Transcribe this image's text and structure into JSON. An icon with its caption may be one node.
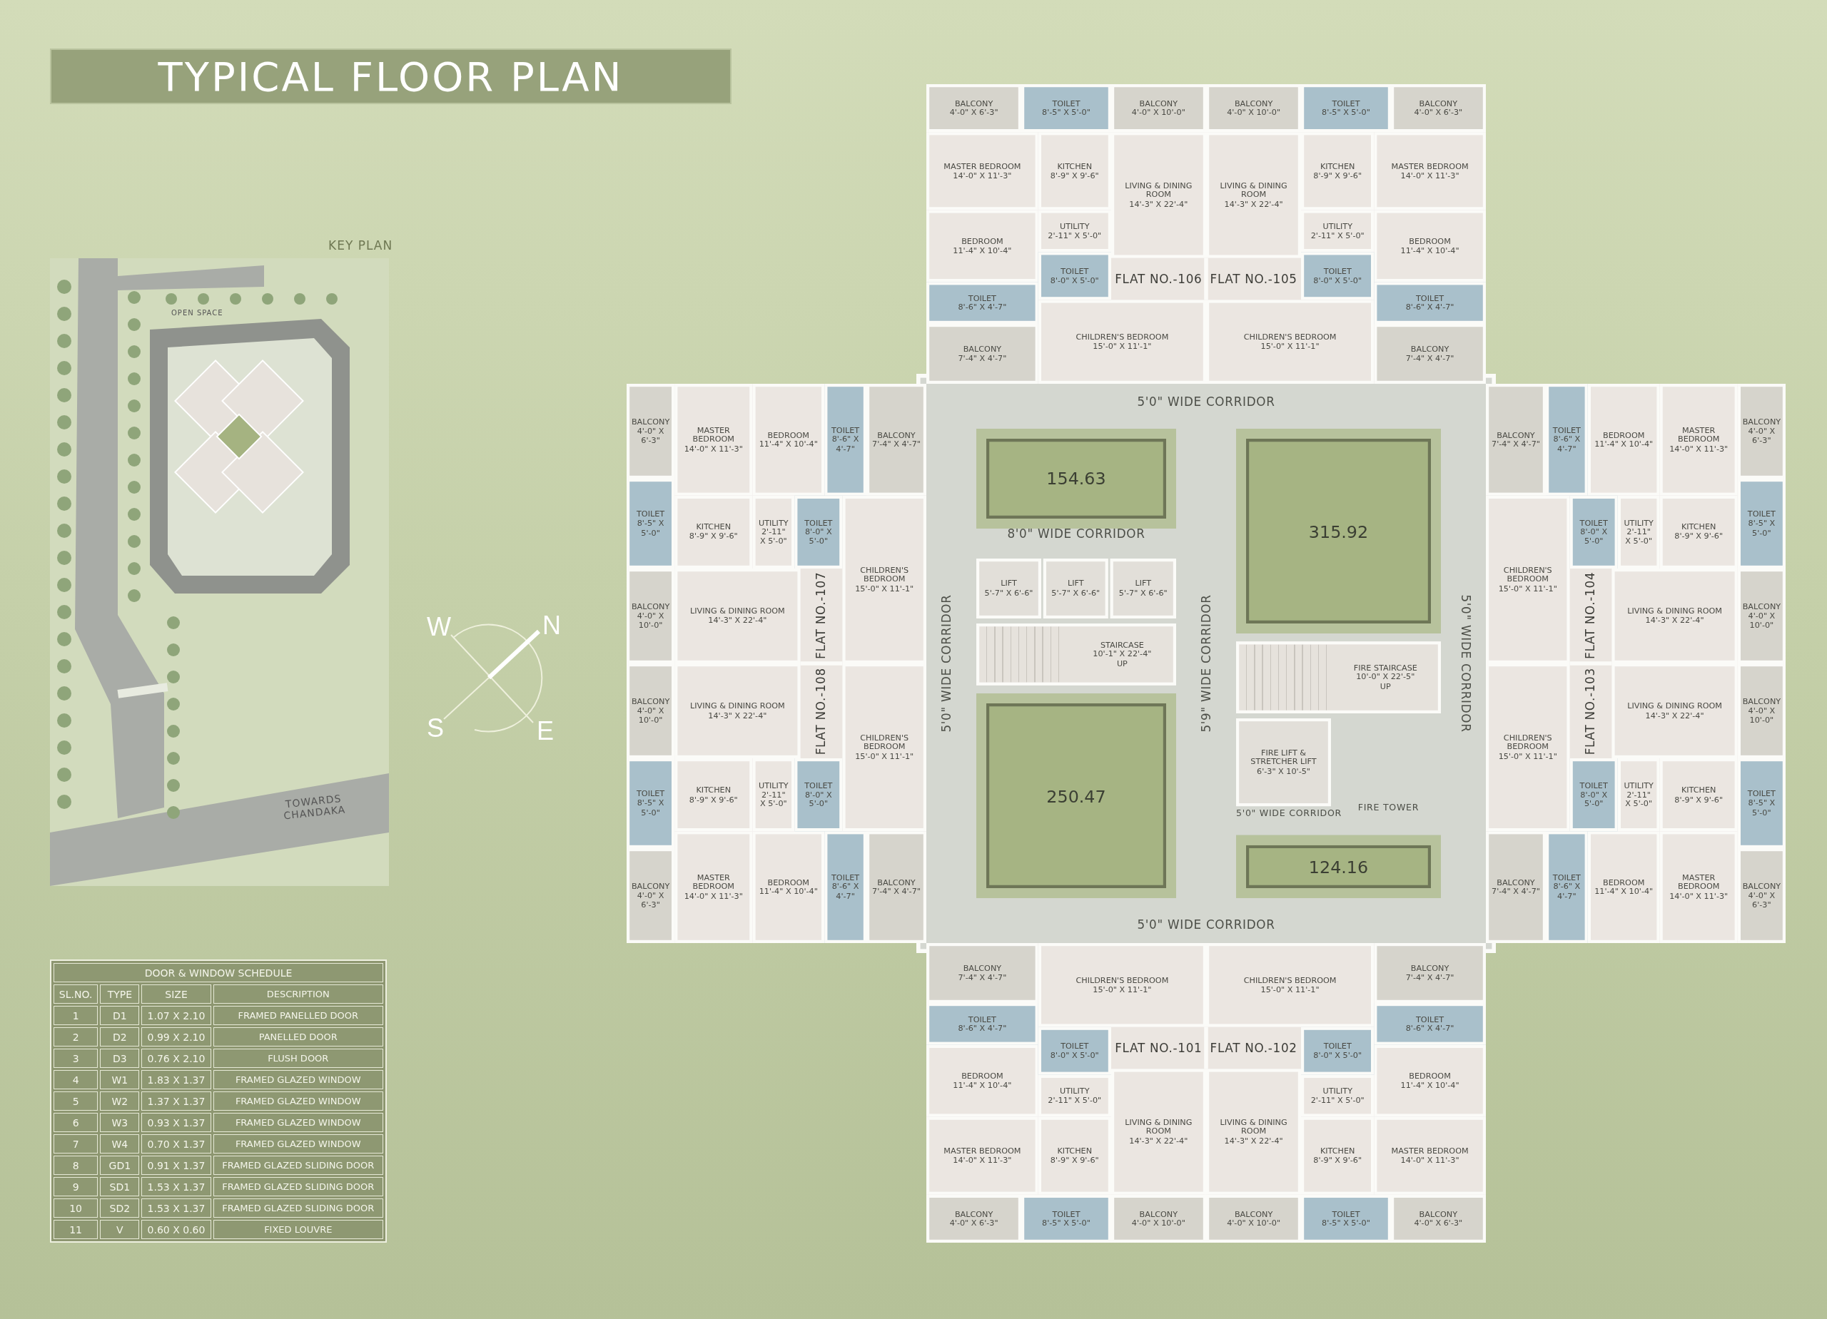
{
  "diagram": {
    "title": "TYPICAL FLOOR PLAN",
    "nodes": [
      {
        "text": [
          "FLAT NO.-101"
        ]
      },
      {
        "text": [
          "BALCONY",
          "4'-0\" X 6'-3\""
        ],
        "in": 0
      },
      {
        "text": [
          "TOILET",
          "8'-5\" X 5'-0\""
        ],
        "in": 0
      },
      {
        "text": [
          "BALCONY",
          "4'-0\" X 10'-0\""
        ],
        "in": 0
      },
      {
        "text": [
          "MASTER BEDROOM",
          "14'-0\" X 11'-3\""
        ],
        "in": 0
      },
      {
        "text": [
          "KITCHEN",
          "8'-9\" X 9'-6\""
        ],
        "in": 0
      },
      {
        "text": [
          "LIVING & DINING ROOM",
          "14'-3\" X 22'-4\""
        ],
        "in": 0
      },
      {
        "text": [
          "BEDROOM",
          "11'-4\" X 10'-4\""
        ],
        "in": 0
      },
      {
        "text": [
          "UTILITY",
          "2'-11\" X 5'-0\""
        ],
        "in": 0
      },
      {
        "text": [
          "TOILET",
          "8'-0\" X 5'-0\""
        ],
        "in": 0
      },
      {
        "text": [
          "TOILET",
          "8'-6\" X 4'-7\""
        ],
        "in": 0
      },
      {
        "text": [
          "BALCONY",
          "7'-4\" X 4'-7\""
        ],
        "in": 0
      },
      {
        "text": [
          "CHILDREN'S BEDROOM",
          "15'-0\" X 11'-1\""
        ],
        "in": 0
      },
      {
        "text": [
          "FLAT NO.-102"
        ]
      },
      {
        "text": [
          "BALCONY",
          "4'-0\" X 6'-3\""
        ],
        "in": 13
      },
      {
        "text": [
          "TOILET",
          "8'-5\" X 5'-0\""
        ],
        "in": 13
      },
      {
        "text": [
          "BALCONY",
          "4'-0\" X 10'-0\""
        ],
        "in": 13
      },
      {
        "text": [
          "MASTER BEDROOM",
          "14'-0\" X 11'-3\""
        ],
        "in": 13
      },
      {
        "text": [
          "KITCHEN",
          "8'-9\" X 9'-6\""
        ],
        "in": 13
      },
      {
        "text": [
          "LIVING & DINING ROOM",
          "14'-3\" X 22'-4\""
        ],
        "in": 13
      },
      {
        "text": [
          "BEDROOM",
          "11'-4\" X 10'-4\""
        ],
        "in": 13
      },
      {
        "text": [
          "UTILITY",
          "2'-11\" X 5'-0\""
        ],
        "in": 13
      },
      {
        "text": [
          "TOILET",
          "8'-0\" X 5'-0\""
        ],
        "in": 13
      },
      {
        "text": [
          "TOILET",
          "8'-6\" X 4'-7\""
        ],
        "in": 13
      },
      {
        "text": [
          "BALCONY",
          "7'-4\" X 4'-7\""
        ],
        "in": 13
      },
      {
        "text": [
          "CHILDREN'S BEDROOM",
          "15'-0\" X 11'-1\""
        ],
        "in": 13
      },
      {
        "text": [
          "FLAT NO.-103"
        ]
      },
      {
        "text": [
          "BALCONY",
          "4'-0\" X 6'-3\""
        ],
        "in": 26
      },
      {
        "text": [
          "TOILET",
          "8'-5\" X 5'-0\""
        ],
        "in": 26
      },
      {
        "text": [
          "BALCONY",
          "4'-0\" X 10'-0\""
        ],
        "in": 26
      },
      {
        "text": [
          "MASTER BEDROOM",
          "14'-0\" X 11'-3\""
        ],
        "in": 26
      },
      {
        "text": [
          "KITCHEN",
          "8'-9\" X 9'-6\""
        ],
        "in": 26
      },
      {
        "text": [
          "LIVING & DINING ROOM",
          "14'-3\" X 22'-4\""
        ],
        "in": 26
      },
      {
        "text": [
          "BEDROOM",
          "11'-4\" X 10'-4\""
        ],
        "in": 26
      },
      {
        "text": [
          "UTILITY",
          "2'-11\" X 5'-0\""
        ],
        "in": 26
      },
      {
        "text": [
          "TOILET",
          "8'-0\" X 5'-0\""
        ],
        "in": 26
      },
      {
        "text": [
          "TOILET",
          "8'-6\" X 4'-7\""
        ],
        "in": 26
      },
      {
        "text": [
          "BALCONY",
          "7'-4\" X 4'-7\""
        ],
        "in": 26
      },
      {
        "text": [
          "CHILDREN'S BEDROOM",
          "15'-0\" X 11'-1\""
        ],
        "in": 26
      },
      {
        "text": [
          "FLAT NO.-104"
        ]
      },
      {
        "text": [
          "BALCONY",
          "4'-0\" X 6'-3\""
        ],
        "in": 39
      },
      {
        "text": [
          "TOILET",
          "8'-5\" X 5'-0\""
        ],
        "in": 39
      },
      {
        "text": [
          "BALCONY",
          "4'-0\" X 10'-0\""
        ],
        "in": 39
      },
      {
        "text": [
          "MASTER BEDROOM",
          "14'-0\" X 11'-3\""
        ],
        "in": 39
      },
      {
        "text": [
          "KITCHEN",
          "8'-9\" X 9'-6\""
        ],
        "in": 39
      },
      {
        "text": [
          "LIVING & DINING ROOM",
          "14'-3\" X 22'-4\""
        ],
        "in": 39
      },
      {
        "text": [
          "BEDROOM",
          "11'-4\" X 10'-4\""
        ],
        "in": 39
      },
      {
        "text": [
          "UTILITY",
          "2'-11\" X 5'-0\""
        ],
        "in": 39
      },
      {
        "text": [
          "TOILET",
          "8'-0\" X 5'-0\""
        ],
        "in": 39
      },
      {
        "text": [
          "TOILET",
          "8'-6\" X 4'-7\""
        ],
        "in": 39
      },
      {
        "text": [
          "BALCONY",
          "7'-4\" X 4'-7\""
        ],
        "in": 39
      },
      {
        "text": [
          "CHILDREN'S BEDROOM",
          "15'-0\" X 11'-1\""
        ],
        "in": 39
      },
      {
        "text": [
          "FLAT NO.-105"
        ]
      },
      {
        "text": [
          "BALCONY",
          "4'-0\" X 6'-3\""
        ],
        "in": 52
      },
      {
        "text": [
          "TOILET",
          "8'-5\" X 5'-0\""
        ],
        "in": 52
      },
      {
        "text": [
          "BALCONY",
          "4'-0\" X 10'-0\""
        ],
        "in": 52
      },
      {
        "text": [
          "MASTER BEDROOM",
          "14'-0\" X 11'-3\""
        ],
        "in": 52
      },
      {
        "text": [
          "KITCHEN",
          "8'-9\" X 9'-6\""
        ],
        "in": 52
      },
      {
        "text": [
          "LIVING & DINING ROOM",
          "14'-3\" X 22'-4\""
        ],
        "in": 52
      },
      {
        "text": [
          "BEDROOM",
          "11'-4\" X 10'-4\""
        ],
        "in": 52
      },
      {
        "text": [
          "UTILITY",
          "2'-11\" X 5'-0\""
        ],
        "in": 52
      },
      {
        "text": [
          "TOILET",
          "8'-0\" X 5'-0\""
        ],
        "in": 52
      },
      {
        "text": [
          "TOILET",
          "8'-6\" X 4'-7\""
        ],
        "in": 52
      },
      {
        "text": [
          "BALCONY",
          "7'-4\" X 4'-7\""
        ],
        "in": 52
      },
      {
        "text": [
          "CHILDREN'S BEDROOM",
          "15'-0\" X 11'-1\""
        ],
        "in": 52
      },
      {
        "text": [
          "FLAT NO.-106"
        ]
      },
      {
        "text": [
          "BALCONY",
          "4'-0\" X 6'-3\""
        ],
        "in": 65
      },
      {
        "text": [
          "TOILET",
          "8'-5\" X 5'-0\""
        ],
        "in": 65
      },
      {
        "text": [
          "BALCONY",
          "4'-0\" X 10'-0\""
        ],
        "in": 65
      },
      {
        "text": [
          "MASTER BEDROOM",
          "14'-0\" X 11'-3\""
        ],
        "in": 65
      },
      {
        "text": [
          "KITCHEN",
          "8'-9\" X 9'-6\""
        ],
        "in": 65
      },
      {
        "text": [
          "LIVING & DINING ROOM",
          "14'-3\" X 22'-4\""
        ],
        "in": 65
      },
      {
        "text": [
          "BEDROOM",
          "11'-4\" X 10'-4\""
        ],
        "in": 65
      },
      {
        "text": [
          "UTILITY",
          "2'-11\" X 5'-0\""
        ],
        "in": 65
      },
      {
        "text": [
          "TOILET",
          "8'-0\" X 5'-0\""
        ],
        "in": 65
      },
      {
        "text": [
          "TOILET",
          "8'-6\" X 4'-7\""
        ],
        "in": 65
      },
      {
        "text": [
          "BALCONY",
          "7'-4\" X 4'-7\""
        ],
        "in": 65
      },
      {
        "text": [
          "CHILDREN'S BEDROOM",
          "15'-0\" X 11'-1\""
        ],
        "in": 65
      },
      {
        "text": [
          "FLAT NO.-107"
        ]
      },
      {
        "text": [
          "BALCONY",
          "4'-0\" X 6'-3\""
        ],
        "in": 78
      },
      {
        "text": [
          "TOILET",
          "8'-5\" X 5'-0\""
        ],
        "in": 78
      },
      {
        "text": [
          "BALCONY",
          "4'-0\" X 10'-0\""
        ],
        "in": 78
      },
      {
        "text": [
          "MASTER BEDROOM",
          "14'-0\" X 11'-3\""
        ],
        "in": 78
      },
      {
        "text": [
          "KITCHEN",
          "8'-9\" X 9'-6\""
        ],
        "in": 78
      },
      {
        "text": [
          "LIVING & DINING ROOM",
          "14'-3\" X 22'-4\""
        ],
        "in": 78
      },
      {
        "text": [
          "BEDROOM",
          "11'-4\" X 10'-4\""
        ],
        "in": 78
      },
      {
        "text": [
          "UTILITY",
          "2'-11\" X 5'-0\""
        ],
        "in": 78
      },
      {
        "text": [
          "TOILET",
          "8'-0\" X 5'-0\""
        ],
        "in": 78
      },
      {
        "text": [
          "TOILET",
          "8'-6\" X 4'-7\""
        ],
        "in": 78
      },
      {
        "text": [
          "BALCONY",
          "7'-4\" X 4'-7\""
        ],
        "in": 78
      },
      {
        "text": [
          "CHILDREN'S BEDROOM",
          "15'-0\" X 11'-1\""
        ],
        "in": 78
      },
      {
        "text": [
          "FLAT NO.-108"
        ]
      },
      {
        "text": [
          "BALCONY",
          "4'-0\" X 6'-3\""
        ],
        "in": 91
      },
      {
        "text": [
          "TOILET",
          "8'-5\" X 5'-0\""
        ],
        "in": 91
      },
      {
        "text": [
          "BALCONY",
          "4'-0\" X 10'-0\""
        ],
        "in": 91
      },
      {
        "text": [
          "MASTER BEDROOM",
          "14'-0\" X 11'-3\""
        ],
        "in": 91
      },
      {
        "text": [
          "KITCHEN",
          "8'-9\" X 9'-6\""
        ],
        "in": 91
      },
      {
        "text": [
          "LIVING & DINING ROOM",
          "14'-3\" X 22'-4\""
        ],
        "in": 91
      },
      {
        "text": [
          "BEDROOM",
          "11'-4\" X 10'-4\""
        ],
        "in": 91
      },
      {
        "text": [
          "UTILITY",
          "2'-11\" X 5'-0\""
        ],
        "in": 91
      },
      {
        "text": [
          "TOILET",
          "8'-0\" X 5'-0\""
        ],
        "in": 91
      },
      {
        "text": [
          "TOILET",
          "8'-6\" X 4'-7\""
        ],
        "in": 91
      },
      {
        "text": [
          "BALCONY",
          "7'-4\" X 4'-7\""
        ],
        "in": 91
      },
      {
        "text": [
          "CHILDREN'S BEDROOM",
          "15'-0\" X 11'-1\""
        ],
        "in": 91
      },
      {
        "text": [
          "154.63"
        ]
      },
      {
        "text": [
          "LIFT",
          "5'-7\" X 6'-6\""
        ]
      },
      {
        "text": [
          "LIFT",
          "5'-7\" X 6'-6\""
        ]
      },
      {
        "text": [
          "LIFT",
          "5'-7\" X 6'-6\""
        ]
      },
      {
        "text": [
          "STAIRCASE",
          "10'-1\" X 22'-4\"",
          "UP"
        ]
      },
      {
        "text": [
          "250.47"
        ]
      },
      {
        "text": [
          "315.92"
        ]
      },
      {
        "text": [
          "FIRE STAIRCASE",
          "10'-0\" X 22'-5\"",
          "UP"
        ]
      },
      {
        "text": [
          "FIRE LIFT & STRETCHER LIFT",
          "6'-3\" X 10'-5\""
        ]
      },
      {
        "text": [
          "124.16"
        ]
      }
    ],
    "labels": [
      "KEY PLAN",
      "OPEN SPACE",
      "TOWARDS CHANDAKA",
      "W",
      "N",
      "S",
      "E",
      "5'0\" WIDE CORRIDOR",
      "8'0\" WIDE CORRIDOR",
      "5'0\" WIDE CORRIDOR",
      "5'9\" WIDE CORRIDOR",
      "FIRE TOWER",
      "5'0\" WIDE CORRIDOR",
      "5'0\" WIDE CORRIDOR",
      "5'0\" WIDE CORRIDOR",
      "DOOR & WINDOW SCHEDULE",
      "SL.NO.",
      "TYPE",
      "SIZE",
      "DESCRIPTION",
      "1",
      "D1",
      "1.07 X 2.10",
      "FRAMED PANELLED DOOR",
      "2",
      "D2",
      "0.99 X 2.10",
      "PANELLED DOOR",
      "3",
      "D3",
      "0.76 X 2.10",
      "FLUSH DOOR",
      "4",
      "W1",
      "1.83 X 1.37",
      "FRAMED GLAZED WINDOW",
      "5",
      "W2",
      "1.37 X 1.37",
      "FRAMED GLAZED WINDOW",
      "6",
      "W3",
      "0.93 X 1.37",
      "FRAMED GLAZED WINDOW",
      "7",
      "W4",
      "0.70 X 1.37",
      "FRAMED GLAZED WINDOW",
      "8",
      "GD1",
      "0.91 X 1.37",
      "FRAMED GLAZED SLIDING DOOR",
      "9",
      "SD1",
      "1.53 X 1.37",
      "FRAMED GLAZED SLIDING DOOR",
      "10",
      "SD2",
      "1.53 X 1.37",
      "FRAMED GLAZED SLIDING DOOR",
      "11",
      "V",
      "0.60 X 0.60",
      "FIXED LOUVRE"
    ]
  }
}
